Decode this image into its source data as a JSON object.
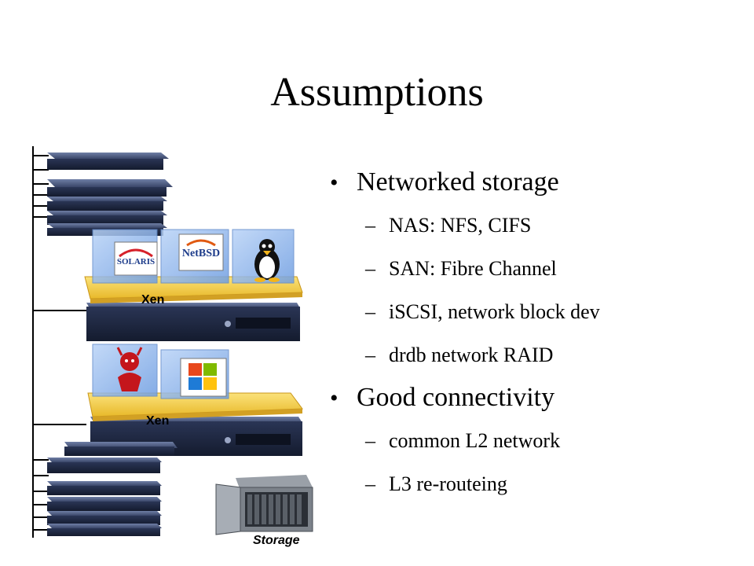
{
  "slide": {
    "title": "Assumptions",
    "bullets": [
      {
        "text": "Networked storage",
        "sub": [
          "NAS: NFS, CIFS",
          "SAN: Fibre Channel",
          "iSCSI, network block dev",
          "drdb network RAID"
        ]
      },
      {
        "text": "Good connectivity",
        "sub": [
          "common L2 network",
          "L3 re-routeing"
        ]
      }
    ]
  },
  "diagram": {
    "xen_label_1": "Xen",
    "xen_label_2": "Xen",
    "storage_label": "Storage",
    "os_logos": [
      "SOLARIS",
      "NetBSD",
      "linux-tux",
      "freebsd-daemon",
      "windows"
    ],
    "colors": {
      "server_dark": "#1f2a44",
      "server_light": "#4a5a80",
      "xen_platform": "#f5d04a",
      "vm_cube": "#8fb6ee"
    }
  }
}
